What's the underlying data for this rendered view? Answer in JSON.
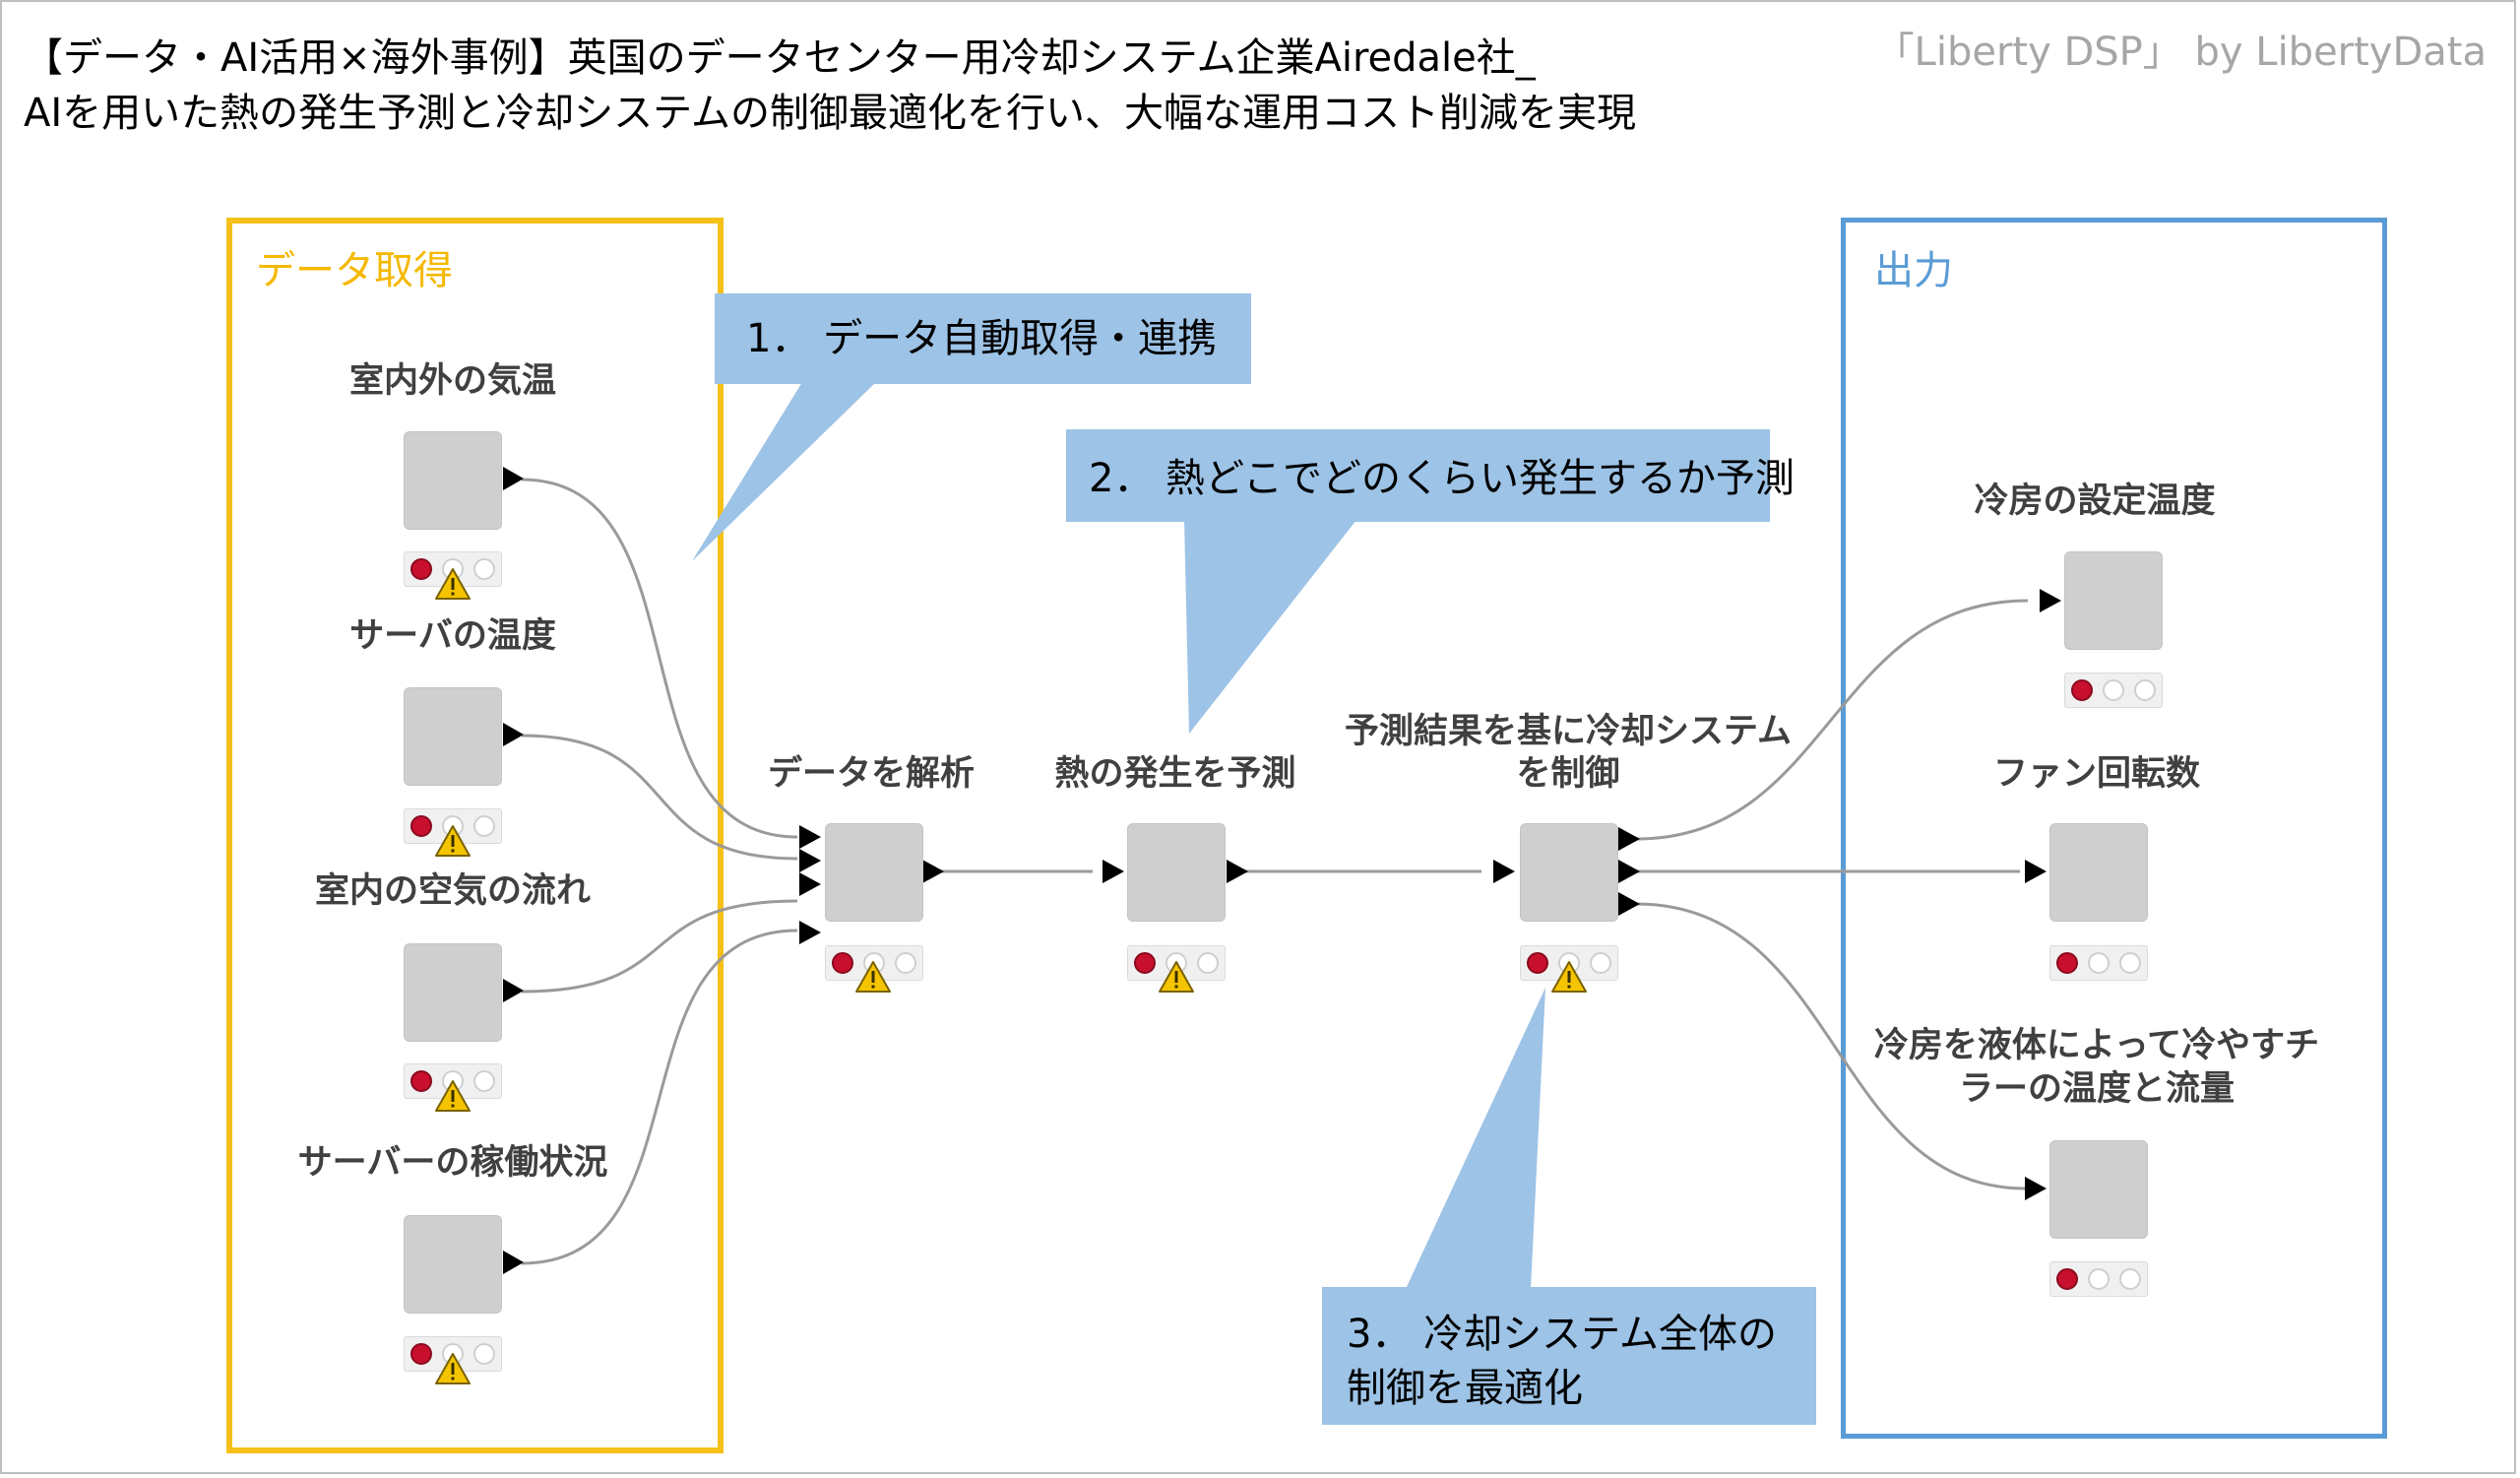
{
  "header": {
    "title_line1": "【データ・AI活用×海外事例】英国のデータセンター用冷却システム企業Airedale社_",
    "title_line2": "AIを用いた熱の発生予測と冷却システムの制御最適化を行い、大幅な運用コスト削減を実現",
    "brand": "「Liberty DSP」 by LibertyData"
  },
  "groups": {
    "input_label": "データ取得",
    "output_label": "出力"
  },
  "nodes": {
    "in1": "室内外の気温",
    "in2": "サーバの温度",
    "in3": "室内の空気の流れ",
    "in4": "サーバーの稼働状況",
    "analyze": "データを解析",
    "predict": "熱の発生を予測",
    "control_line1": "予測結果を基に冷却システム",
    "control_line2": "を制御",
    "out1": "冷房の設定温度",
    "out2": "ファン回転数",
    "out3_line1": "冷房を液体によって冷やすチ",
    "out3_line2": "ラーの温度と流量"
  },
  "callouts": {
    "step1": "1． データ自動取得・連携",
    "step2": "2． 熱どこでどのくらい発生するか予測",
    "step3_line1": "3． 冷却システム全体の",
    "step3_line2": "制御を最適化"
  },
  "colors": {
    "input_border": "#f5c018",
    "output_border": "#5b9bd5",
    "callout_fill": "#9dc3e6",
    "node_fill": "#cfcfcf",
    "status_red": "#c8102e",
    "warning_yellow": "#f5c400"
  }
}
